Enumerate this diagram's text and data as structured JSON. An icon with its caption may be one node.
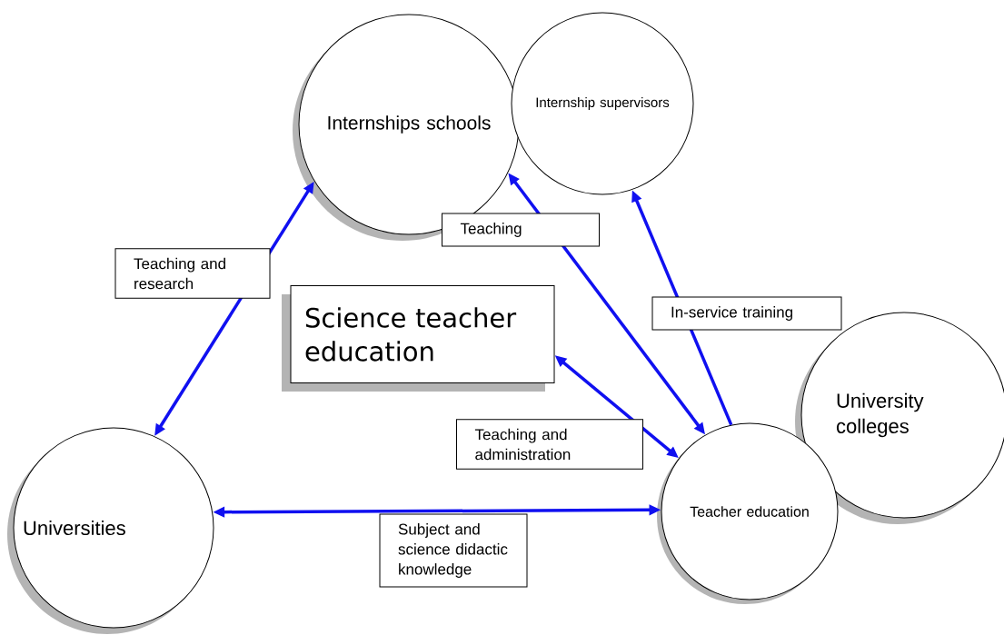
{
  "diagram": {
    "nodes": [
      {
        "text": [
          "Internships schools"
        ]
      },
      {
        "text": [
          "Internship supervisors"
        ]
      },
      {
        "text": [
          "Science teacher education"
        ]
      },
      {
        "text": [
          "University colleges"
        ]
      },
      {
        "text": [
          "Universities"
        ]
      },
      {
        "text": [
          "Teacher education"
        ]
      }
    ],
    "edges": [
      {
        "from": 4,
        "to": 0,
        "arrow": "both",
        "label": "Teaching and research"
      },
      {
        "from": 5,
        "to": 0,
        "arrow": "both",
        "label": "Teaching"
      },
      {
        "from": 5,
        "to": 1,
        "arrow": "to",
        "label": "In-service training"
      },
      {
        "from": 2,
        "to": 5,
        "arrow": "both",
        "label": "Teaching and administration"
      },
      {
        "from": 4,
        "to": 5,
        "arrow": "both",
        "label": "Subject and science didactic knowledge"
      }
    ]
  }
}
